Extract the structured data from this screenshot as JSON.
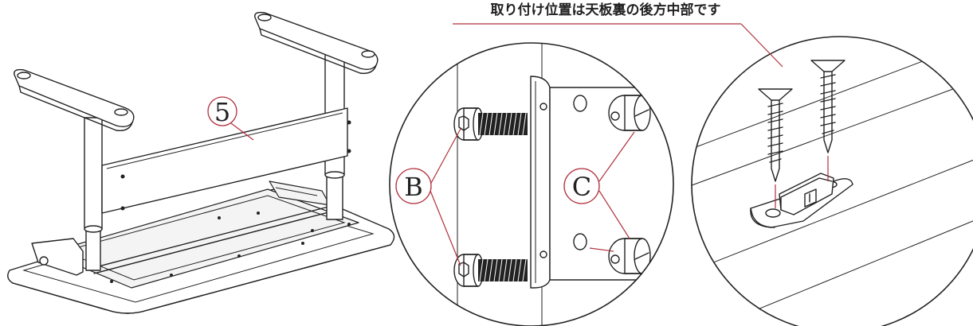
{
  "note": {
    "text": "取り付け位置は天板裏の後方中部です"
  },
  "callouts": {
    "part_5": "5",
    "part_b": "B",
    "part_c": "C"
  },
  "colors": {
    "line": "#222222",
    "leader": "#b0303c",
    "background": "#ffffff"
  }
}
